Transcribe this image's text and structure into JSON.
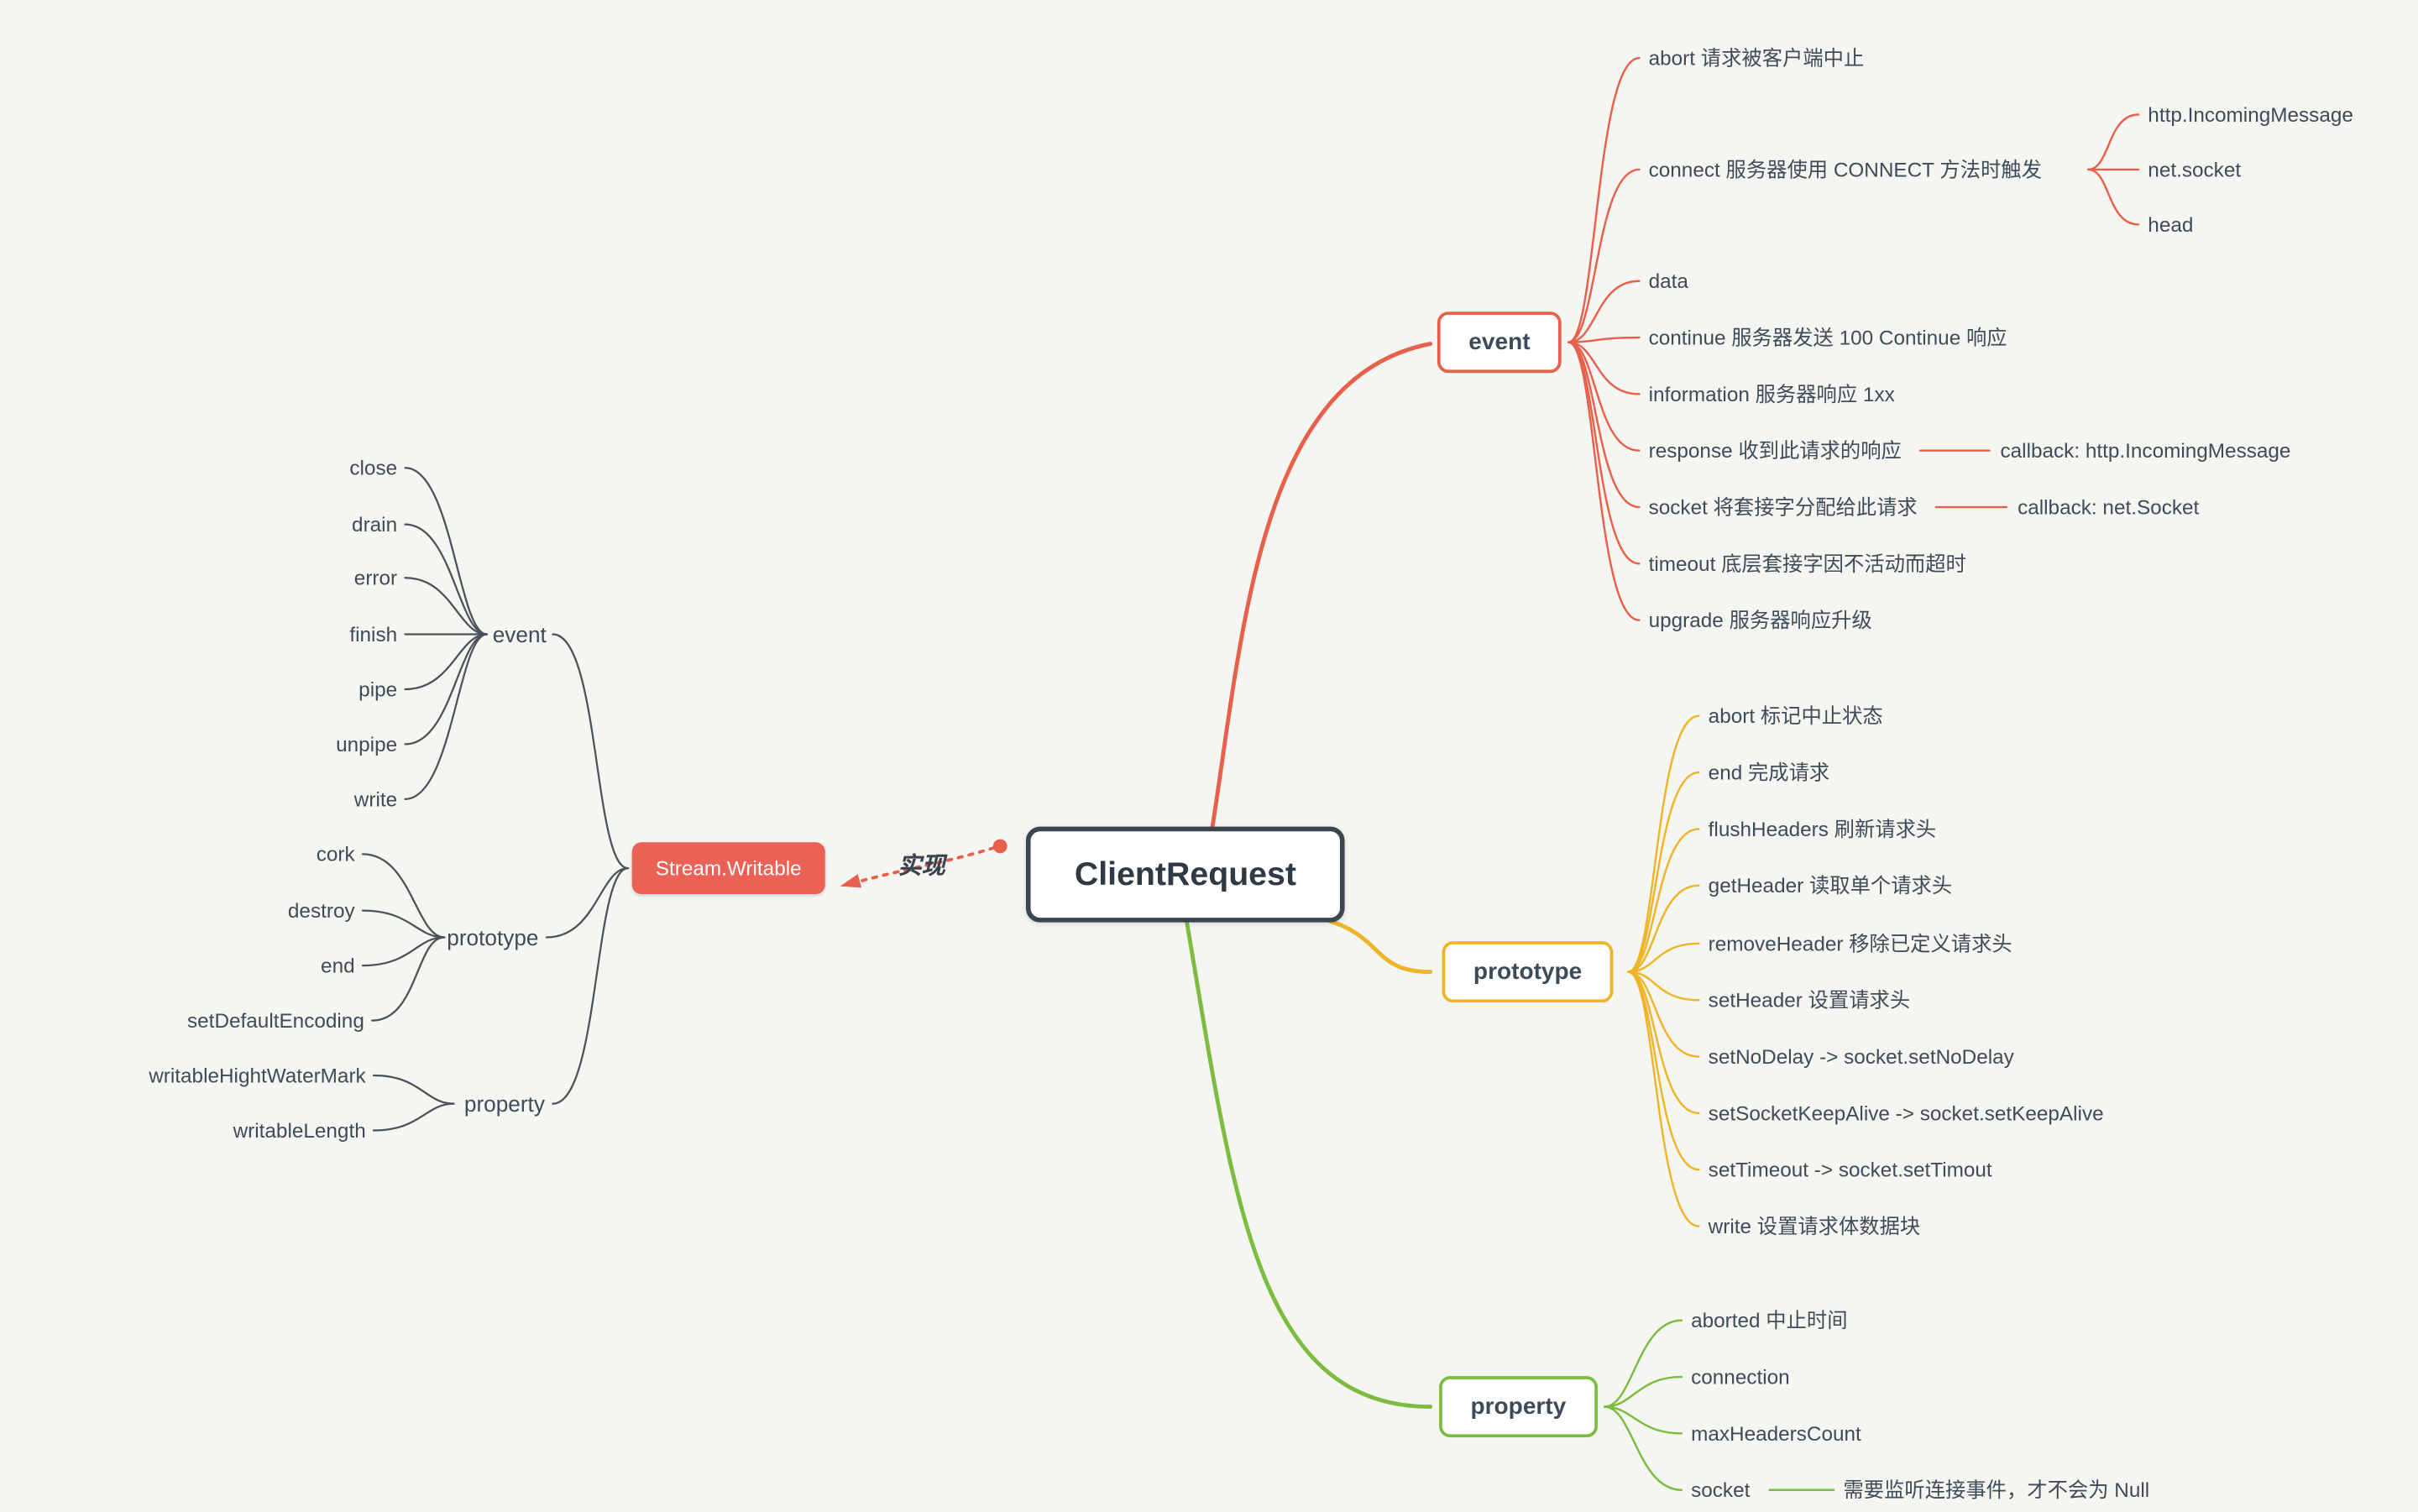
{
  "canvas": {
    "bg": "#f5f5f1"
  },
  "colors": {
    "red": "#e8604c",
    "yellow": "#f0b429",
    "green": "#7cbd41",
    "dark": "#3d4a57"
  },
  "center": {
    "label": "ClientRequest"
  },
  "stream": {
    "label": "Stream.Writable",
    "relation": "实现"
  },
  "left": {
    "event": {
      "label": "event",
      "items": [
        "close",
        "drain",
        "error",
        "finish",
        "pipe",
        "unpipe",
        "write"
      ]
    },
    "prototype": {
      "label": "prototype",
      "items": [
        "cork",
        "destroy",
        "end",
        "setDefaultEncoding"
      ]
    },
    "property": {
      "label": "property",
      "items": [
        "writableHightWaterMark",
        "writableLength"
      ]
    }
  },
  "right": {
    "event": {
      "label": "event",
      "items": [
        {
          "label": "abort  请求被客户端中止"
        },
        {
          "label": "connect 服务器使用 CONNECT 方法时触发",
          "children": [
            "http.IncomingMessage",
            "net.socket",
            "head"
          ]
        },
        {
          "label": "data"
        },
        {
          "label": "continue 服务器发送 100 Continue 响应"
        },
        {
          "label": "information 服务器响应 1xx"
        },
        {
          "label": "response 收到此请求的响应",
          "callback": "callback: http.IncomingMessage"
        },
        {
          "label": "socket 将套接字分配给此请求",
          "callback": "callback: net.Socket"
        },
        {
          "label": "timeout 底层套接字因不活动而超时"
        },
        {
          "label": "upgrade 服务器响应升级"
        }
      ]
    },
    "prototype": {
      "label": "prototype",
      "items": [
        {
          "label": "abort 标记中止状态"
        },
        {
          "label": "end 完成请求"
        },
        {
          "label": "flushHeaders 刷新请求头"
        },
        {
          "label": "getHeader 读取单个请求头"
        },
        {
          "label": "removeHeader 移除已定义请求头"
        },
        {
          "label": "setHeader 设置请求头"
        },
        {
          "label": "setNoDelay -> socket.setNoDelay"
        },
        {
          "label": "setSocketKeepAlive -> socket.setKeepAlive"
        },
        {
          "label": "setTimeout -> socket.setTimout"
        },
        {
          "label": "write 设置请求体数据块"
        }
      ]
    },
    "property": {
      "label": "property",
      "items": [
        {
          "label": "aborted 中止时间"
        },
        {
          "label": "connection"
        },
        {
          "label": "maxHeadersCount"
        },
        {
          "label": "socket",
          "note": "需要监听连接事件，才不会为 Null"
        }
      ]
    }
  }
}
